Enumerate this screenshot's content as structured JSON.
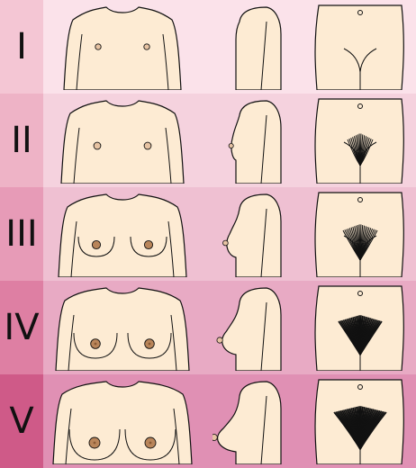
{
  "stages": [
    {
      "numeral": "I",
      "level": 1,
      "row_color": "#fbe2ea",
      "label_color": "#f4c6d4"
    },
    {
      "numeral": "II",
      "level": 2,
      "row_color": "#f5d2de",
      "label_color": "#eeb3c6"
    },
    {
      "numeral": "III",
      "level": 3,
      "row_color": "#efc0d2",
      "label_color": "#e79bb7"
    },
    {
      "numeral": "IV",
      "level": 4,
      "row_color": "#e8aac4",
      "label_color": "#de7fa3"
    },
    {
      "numeral": "V",
      "level": 5,
      "row_color": "#e090b4",
      "label_color": "#cf5a88"
    }
  ],
  "colors": {
    "skin": "#fdebd3",
    "outline": "#111111",
    "areola_light": "#e7c3a3",
    "areola_dark": "#b9855a",
    "nipple_dark": "#8a5a35",
    "hair": "#111111"
  },
  "views": [
    "front-chest",
    "side-profile",
    "pubic-region"
  ]
}
